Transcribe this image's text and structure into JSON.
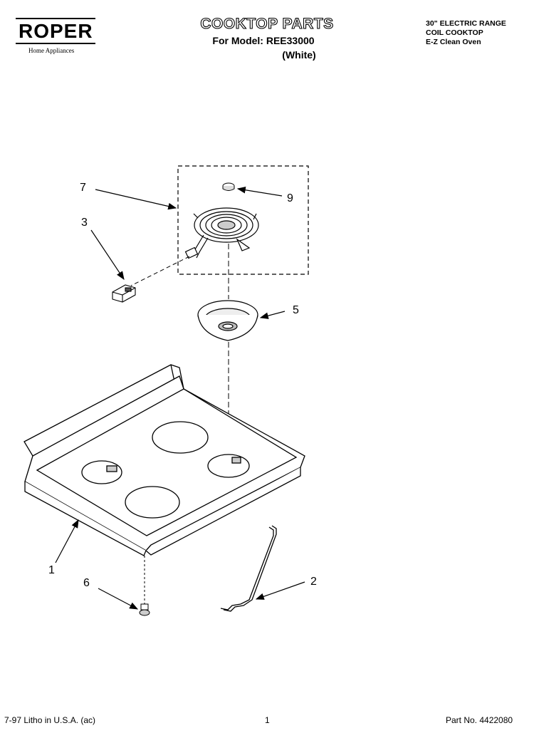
{
  "header": {
    "brand": "ROPER",
    "brand_tagline": "Home Appliances",
    "title": "COOKTOP PARTS",
    "model_line": "For Model: REE33000",
    "variant": "(White)",
    "spec_lines": [
      "30\" ELECTRIC RANGE",
      "COIL COOKTOP",
      "E-Z Clean Oven"
    ]
  },
  "callouts": [
    "7",
    "9",
    "3",
    "5",
    "1",
    "6",
    "2"
  ],
  "footer": {
    "litho": "7-97 Litho in U.S.A. (ac)",
    "page": "1",
    "part_no": "Part No. 4422080"
  }
}
